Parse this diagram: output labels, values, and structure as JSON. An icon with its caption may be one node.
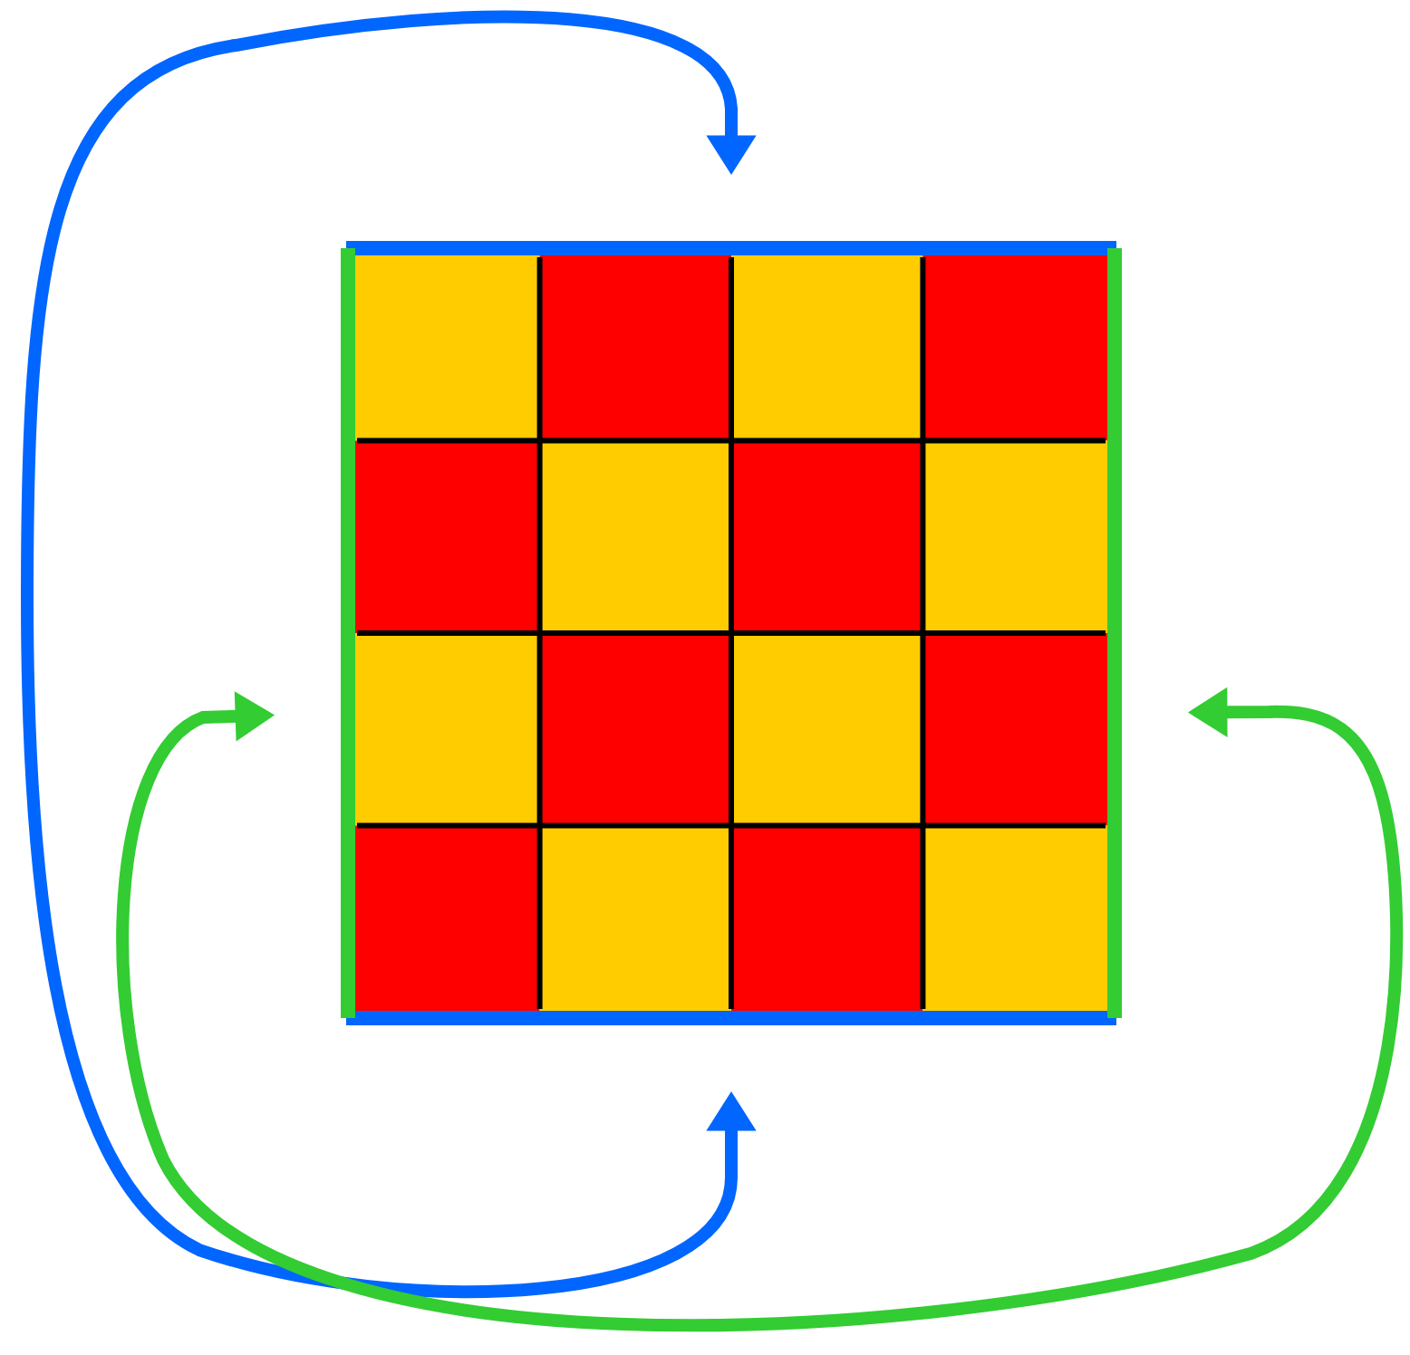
{
  "diagram": {
    "nodes": [
      {
        "text": [],
        "shape": "bar"
      },
      {
        "text": [],
        "shape": "bar"
      },
      {
        "text": [],
        "shape": "bar"
      },
      {
        "text": [],
        "shape": "bar"
      }
    ],
    "edges": [
      {
        "from": 1,
        "to": 0,
        "arrow": "both",
        "color": "#0066ff"
      },
      {
        "from": 2,
        "to": 3,
        "arrow": "both",
        "color": "#33cc33"
      }
    ]
  }
}
